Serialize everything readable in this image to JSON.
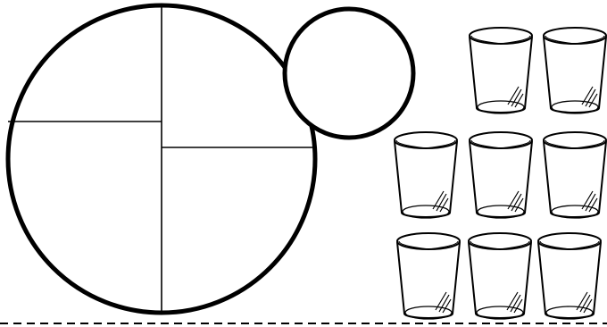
{
  "diagram": {
    "large_circle": {
      "parts": 4,
      "stroke_color": "#000000",
      "fill_color": "#ffffff"
    },
    "small_circle": {
      "stroke_color": "#000000",
      "fill_color": "#ffffff"
    },
    "cups": {
      "count": 8,
      "rows": [
        2,
        3,
        3
      ],
      "icon": "glass-cup-icon"
    },
    "divider": {
      "style": "dashed",
      "color": "#000000"
    }
  }
}
